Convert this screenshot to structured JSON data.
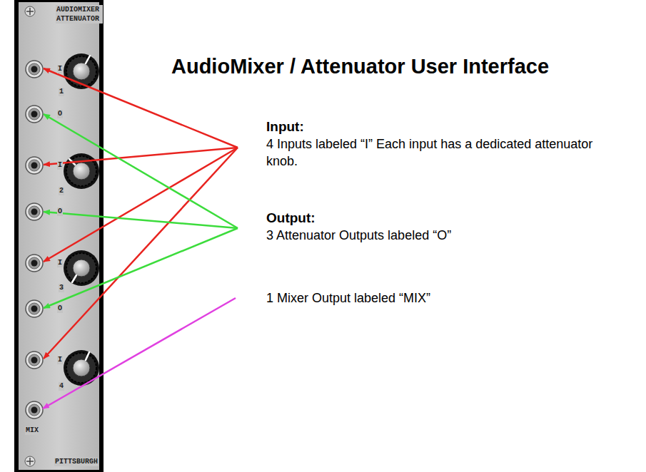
{
  "diagram": {
    "title": "AudioMixer / Attenuator User Interface",
    "labels": [
      "AUDIOMIXER ATTENUATOR",
      "I",
      "1",
      "O",
      "I",
      "2",
      "O",
      "I",
      "3",
      "O",
      "I",
      "4",
      "MIX",
      "PITTSBURGH",
      "Input:",
      "4 Inputs labeled “I” Each input has a dedicated attenuator knob.",
      "Output:",
      "3 Attenuator Outputs labeled “O”",
      "1 Mixer Output labeled “MIX”"
    ]
  }
}
